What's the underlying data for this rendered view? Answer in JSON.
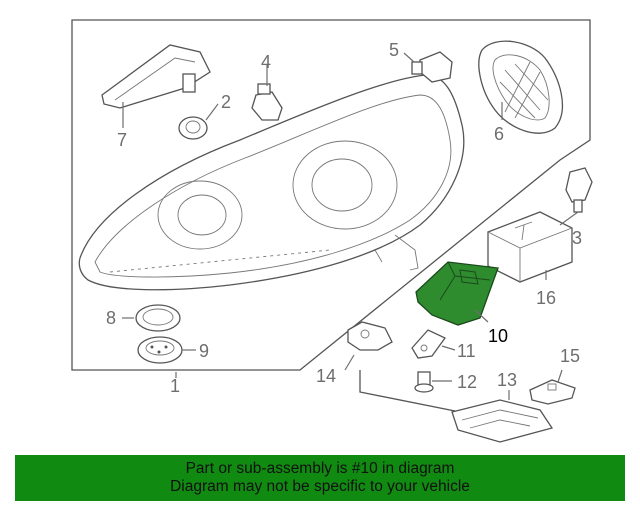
{
  "diagram": {
    "callouts": [
      {
        "id": "1",
        "text": "1"
      },
      {
        "id": "2",
        "text": "2"
      },
      {
        "id": "3",
        "text": "3"
      },
      {
        "id": "4",
        "text": "4"
      },
      {
        "id": "5",
        "text": "5"
      },
      {
        "id": "6",
        "text": "6"
      },
      {
        "id": "7",
        "text": "7"
      },
      {
        "id": "8",
        "text": "8"
      },
      {
        "id": "9",
        "text": "9"
      },
      {
        "id": "10",
        "text": "10"
      },
      {
        "id": "11",
        "text": "11"
      },
      {
        "id": "12",
        "text": "12"
      },
      {
        "id": "13",
        "text": "13"
      },
      {
        "id": "14",
        "text": "14"
      },
      {
        "id": "15",
        "text": "15"
      },
      {
        "id": "16",
        "text": "16"
      }
    ],
    "highlighted_part": "10",
    "colors": {
      "highlight_fill": "#2e8b2e",
      "line": "#555555",
      "label": "#6e6e6e"
    }
  },
  "banner": {
    "line1": "Part or sub-assembly is #10 in diagram",
    "line2": "Diagram may not be specific to your vehicle",
    "background": "#118a11"
  }
}
